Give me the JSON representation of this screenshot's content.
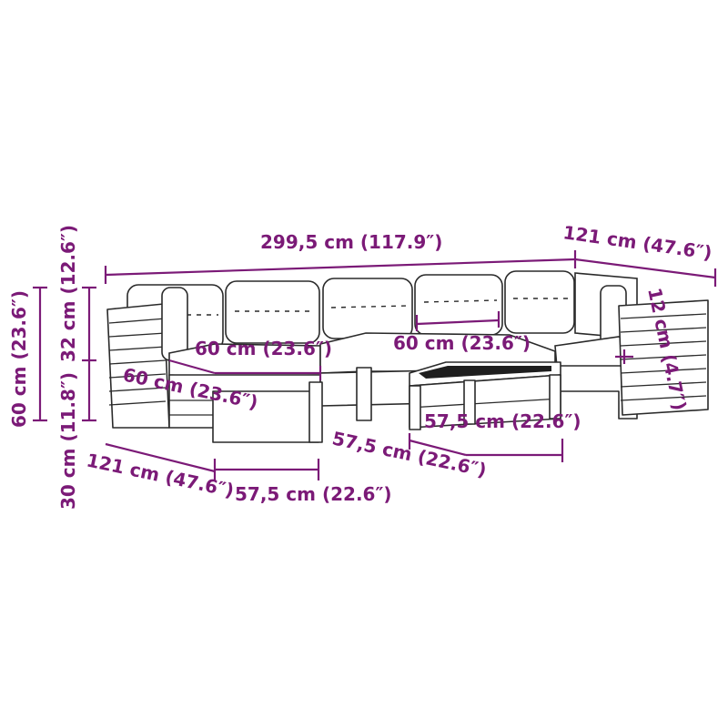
{
  "colors": {
    "dimension": "#7b1a77",
    "line_art": "#2a2a2a",
    "background": "#ffffff"
  },
  "dimensions": {
    "total_width": "299,5 cm (117.9″)",
    "right_depth": "121 cm (47.6″)",
    "armrest_depth": "12 cm (4.7″)",
    "total_height": "60 cm (23.6″)",
    "back_height": "32 cm (12.6″)",
    "seat_height": "30 cm (11.8″)",
    "left_depth": "121 cm (47.6″)",
    "seat_width_1": "60 cm (23.6″)",
    "seat_width_2": "60 cm (23.6″)",
    "seat_depth_left": "60 cm (23.6″)",
    "front_width": "57,5 cm (22.6″)",
    "table_depth": "57,5 cm (22.6″)",
    "table_width": "57,5 cm (22.6″)"
  }
}
